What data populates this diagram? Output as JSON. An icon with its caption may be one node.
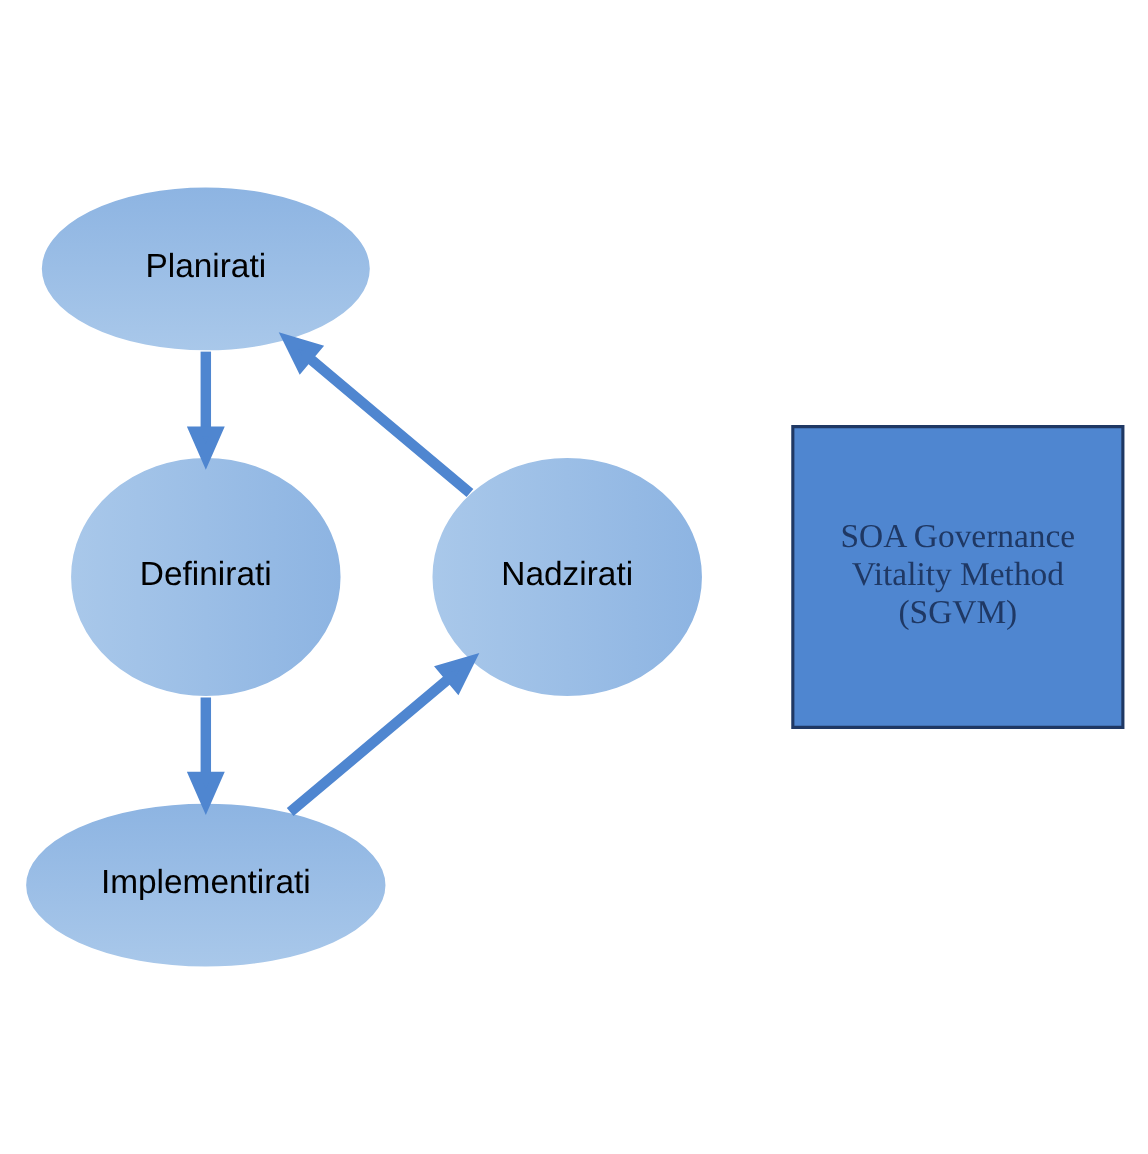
{
  "diagram": {
    "nodes": [
      {
        "text": [
          "Planirati"
        ]
      },
      {
        "text": [
          "Definirati"
        ]
      },
      {
        "text": [
          "Implementirati"
        ]
      },
      {
        "text": [
          "Nadzirati"
        ]
      },
      {
        "text": [
          "SOA Governance Vitality Method (SGVM)"
        ]
      }
    ],
    "edges": [
      {
        "from": 3,
        "to": 0,
        "arrow": "to"
      },
      {
        "from": 0,
        "to": 1,
        "arrow": "to"
      },
      {
        "from": 1,
        "to": 2,
        "arrow": "to"
      },
      {
        "from": 2,
        "to": 3,
        "arrow": "to"
      }
    ]
  }
}
